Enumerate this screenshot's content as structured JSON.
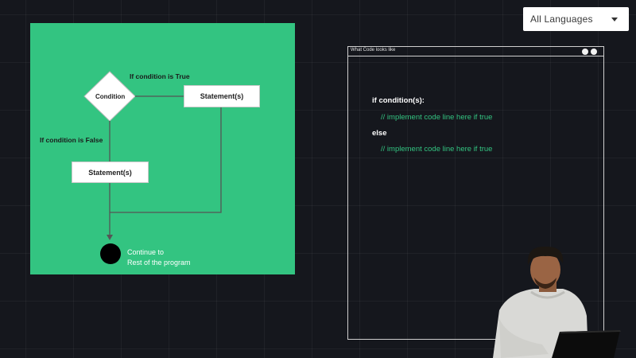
{
  "language_select": {
    "value": "All Languages",
    "icon": "chevron-down-icon"
  },
  "flowchart": {
    "decision": "Condition",
    "true_label": "If condition is True",
    "false_label": "If condition is False",
    "true_statement": "Statement(s)",
    "false_statement": "Statement(s)",
    "end_line1": "Continue to",
    "end_line2": "Rest of the program",
    "colors": {
      "panel": "#33c481",
      "terminal": "#000000",
      "lines": "#555555"
    }
  },
  "code_window": {
    "title": "What Code looks like",
    "lines": [
      {
        "text": "if condition(s):",
        "style": "keyword"
      },
      {
        "text": "// implement code line here if true",
        "style": "comment"
      },
      {
        "text": "else",
        "style": "keyword"
      },
      {
        "text": "// implement code line here if true",
        "style": "comment"
      }
    ],
    "colors": {
      "keyword": "#ffffff",
      "comment": "#33c481"
    }
  }
}
